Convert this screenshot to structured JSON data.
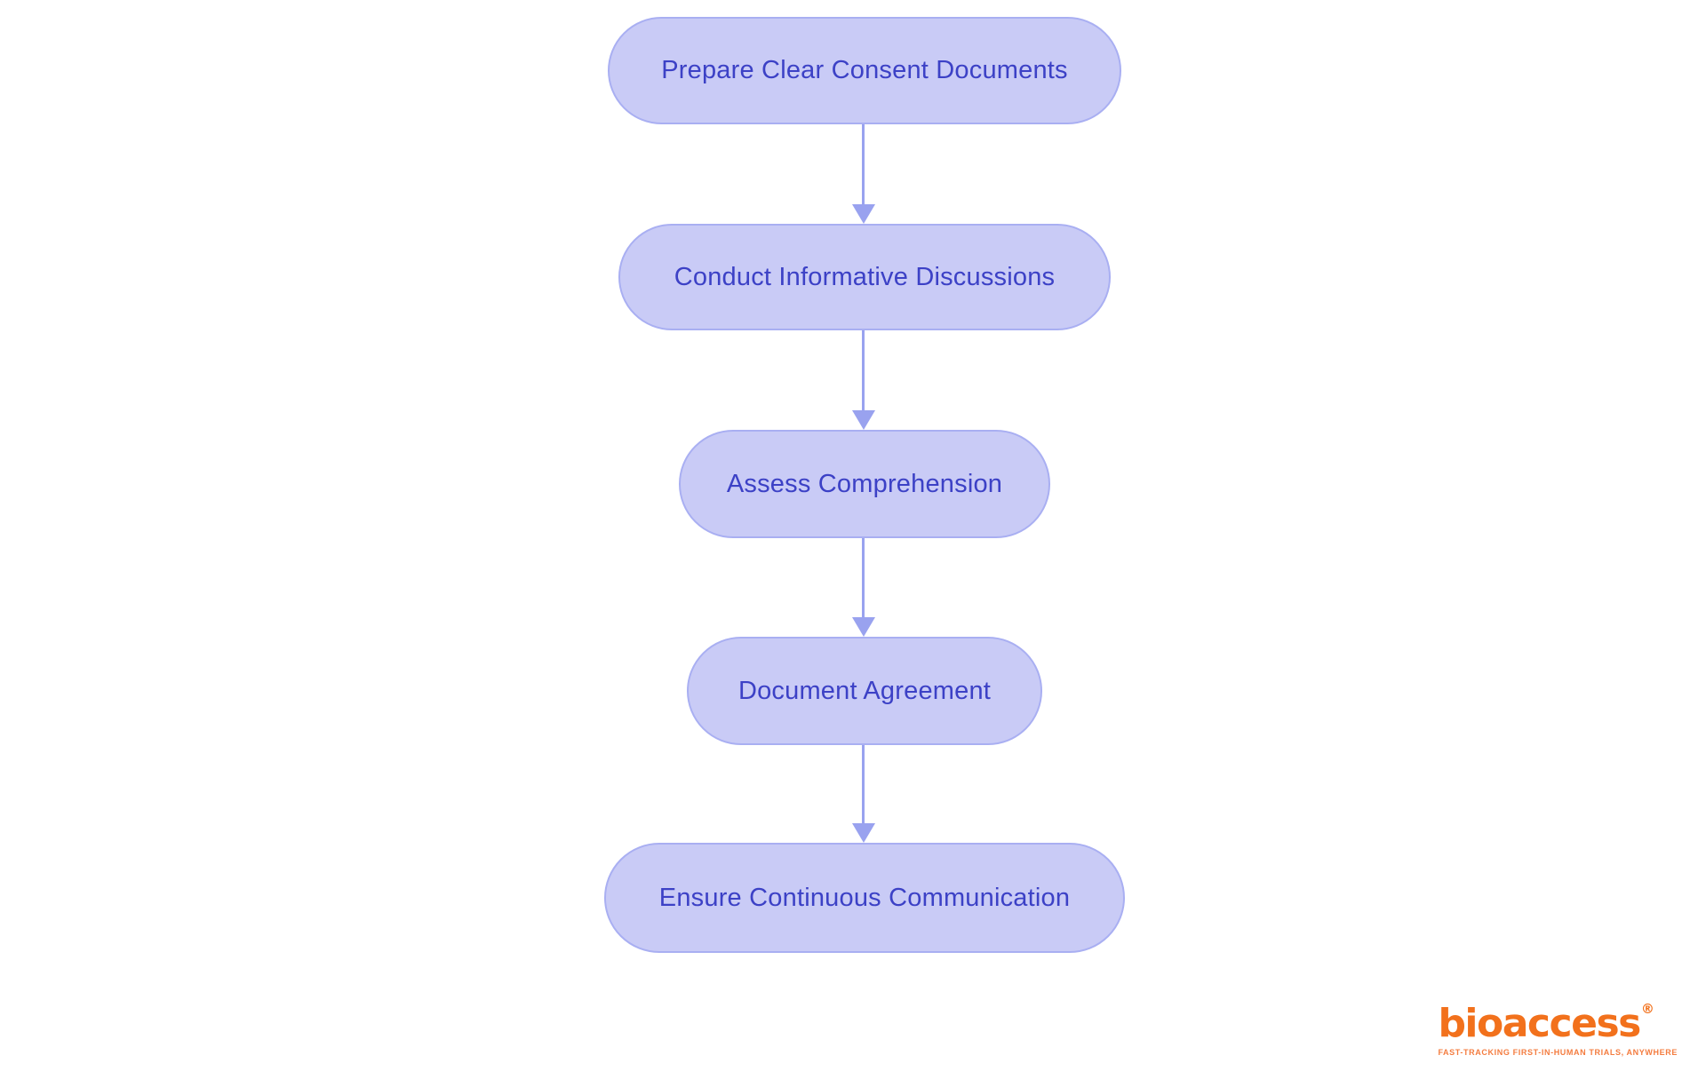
{
  "page": {
    "background": "#FFFFFF",
    "description": "Vertical flowchart of informed-consent process steps"
  },
  "flow": {
    "nodes": [
      {
        "label": "Prepare Clear Consent Documents"
      },
      {
        "label": "Conduct Informative Discussions"
      },
      {
        "label": "Assess Comprehension"
      },
      {
        "label": "Document Agreement"
      },
      {
        "label": "Ensure Continuous Communication"
      }
    ],
    "edges": [
      {
        "from": 0,
        "to": 1
      },
      {
        "from": 1,
        "to": 2
      },
      {
        "from": 2,
        "to": 3
      },
      {
        "from": 3,
        "to": 4
      }
    ]
  },
  "branding": {
    "logo_text": "bioaccess",
    "registered_mark": "®",
    "tagline": "FAST-TRACKING FIRST-IN-HUMAN TRIALS, ANYWHERE"
  },
  "colors": {
    "node_fill": "#C9CBF6",
    "node_border": "#A9AFF2",
    "node_text": "#3C41C6",
    "arrow": "#99A2EF",
    "logo_orange": "#F2711C",
    "tagline_orange": "#F47C3F"
  }
}
